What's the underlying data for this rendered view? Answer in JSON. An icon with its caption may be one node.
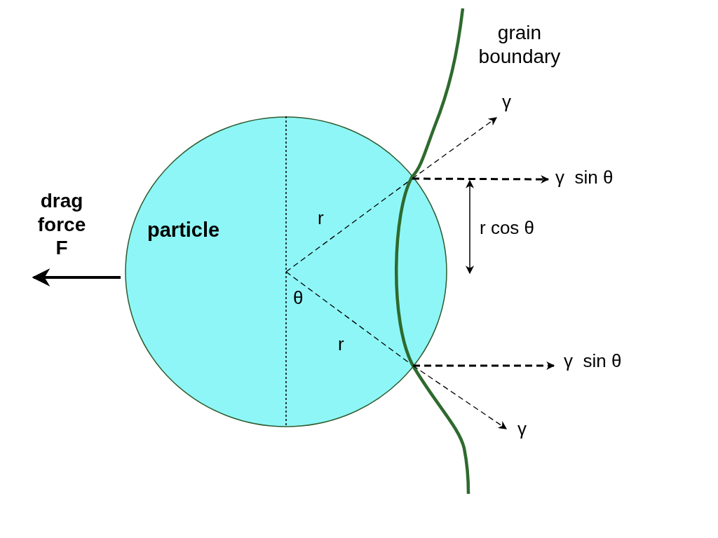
{
  "diagram": {
    "nodes": [
      {
        "text": [
          "particle"
        ]
      }
    ],
    "labels": [
      "grain boundary",
      "drag force F",
      "γ",
      "γ  sin θ",
      "r",
      "r cos θ",
      "θ",
      "r",
      "γ  sin θ",
      "γ"
    ]
  }
}
